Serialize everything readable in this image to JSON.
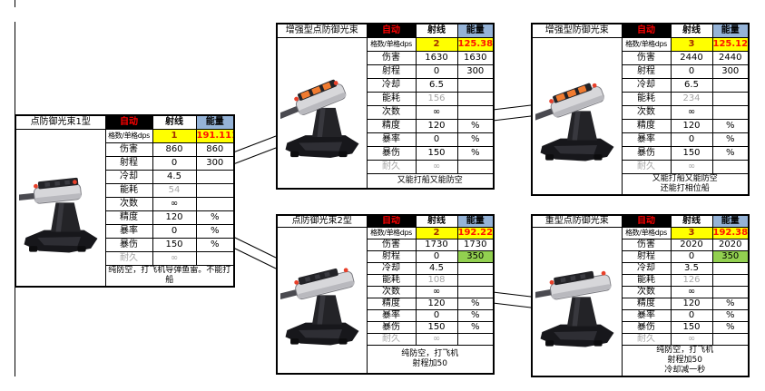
{
  "sheet": {
    "column_headers": {
      "auto": "自动",
      "beam": "射线",
      "energy": "能量"
    },
    "stat_labels": [
      "格数/单格dps",
      "伤害",
      "射程",
      "冷却",
      "能耗",
      "次数",
      "精度",
      "暴率",
      "暴伤",
      "耐久"
    ],
    "infinity_symbol": "∞",
    "colors": {
      "highlight_yellow": "#FFFF00",
      "range_green": "#92D050",
      "energy_header_blue": "#95B3D7",
      "auto_header_text_red": "#FF0000",
      "dps_value_red": "#FF1400",
      "muted_gray": "#A6A6A6",
      "turret_accent_red": "#E8402A",
      "turret_accent_orange": "#F07B30"
    }
  },
  "tables": [
    {
      "title": "点防御光束1型",
      "image": "turret-image",
      "rows": [
        [
          "格数/单格dps",
          "1",
          "191.111"
        ],
        [
          "伤害",
          "860",
          "860"
        ],
        [
          "射程",
          "0",
          "300"
        ],
        [
          "冷却",
          "4.5",
          ""
        ],
        [
          "能耗",
          "54",
          ""
        ],
        [
          "次数",
          "∞",
          ""
        ],
        [
          "精度",
          "120",
          "%"
        ],
        [
          "暴率",
          "0",
          "%"
        ],
        [
          "暴伤",
          "150",
          "%"
        ],
        [
          "耐久",
          "∞",
          ""
        ]
      ],
      "range_green": false,
      "note_lines": [
        "纯防空，打飞机导弹鱼雷。不能打",
        "船"
      ]
    },
    {
      "title": "增强型点防御光束",
      "image": "turret-image",
      "rows": [
        [
          "格数/单格dps",
          "2",
          "125.385"
        ],
        [
          "伤害",
          "1630",
          "1630"
        ],
        [
          "射程",
          "0",
          "300"
        ],
        [
          "冷却",
          "6.5",
          ""
        ],
        [
          "能耗",
          "156",
          ""
        ],
        [
          "次数",
          "∞",
          ""
        ],
        [
          "精度",
          "120",
          "%"
        ],
        [
          "暴率",
          "0",
          "%"
        ],
        [
          "暴伤",
          "150",
          "%"
        ],
        [
          "耐久",
          "∞",
          ""
        ]
      ],
      "range_green": false,
      "note_lines": [
        "又能打船又能防空"
      ]
    },
    {
      "title": "增强型防御光束",
      "image": "turret-image",
      "rows": [
        [
          "格数/单格dps",
          "3",
          "125.128"
        ],
        [
          "伤害",
          "2440",
          "2440"
        ],
        [
          "射程",
          "0",
          "300"
        ],
        [
          "冷却",
          "6.5",
          ""
        ],
        [
          "能耗",
          "234",
          ""
        ],
        [
          "次数",
          "∞",
          ""
        ],
        [
          "精度",
          "120",
          "%"
        ],
        [
          "暴率",
          "0",
          "%"
        ],
        [
          "暴伤",
          "150",
          "%"
        ],
        [
          "耐久",
          "∞",
          ""
        ]
      ],
      "range_green": false,
      "note_lines": [
        "又能打船又能防空",
        "还能打相位船"
      ]
    },
    {
      "title": "点防御光束2型",
      "image": "turret-image",
      "rows": [
        [
          "格数/单格dps",
          "2",
          "192.222"
        ],
        [
          "伤害",
          "1730",
          "1730"
        ],
        [
          "射程",
          "0",
          "350"
        ],
        [
          "冷却",
          "4.5",
          ""
        ],
        [
          "能耗",
          "108",
          ""
        ],
        [
          "次数",
          "∞",
          ""
        ],
        [
          "精度",
          "120",
          "%"
        ],
        [
          "暴率",
          "0",
          "%"
        ],
        [
          "暴伤",
          "150",
          "%"
        ],
        [
          "耐久",
          "∞",
          ""
        ]
      ],
      "range_green": true,
      "note_lines": [
        "纯防空，打飞机",
        "射程加50"
      ]
    },
    {
      "title": "重型点防御光束",
      "image": "turret-image",
      "rows": [
        [
          "格数/单格dps",
          "3",
          "192.381"
        ],
        [
          "伤害",
          "2020",
          "2020"
        ],
        [
          "射程",
          "0",
          "350"
        ],
        [
          "冷却",
          "3.5",
          ""
        ],
        [
          "能耗",
          "126",
          ""
        ],
        [
          "次数",
          "∞",
          ""
        ],
        [
          "精度",
          "120",
          "%"
        ],
        [
          "暴率",
          "0",
          "%"
        ],
        [
          "暴伤",
          "150",
          "%"
        ],
        [
          "耐久",
          "∞",
          ""
        ]
      ],
      "range_green": true,
      "note_lines": [
        "纯防空，打飞机",
        "射程加50",
        "冷却减一秒"
      ]
    }
  ]
}
